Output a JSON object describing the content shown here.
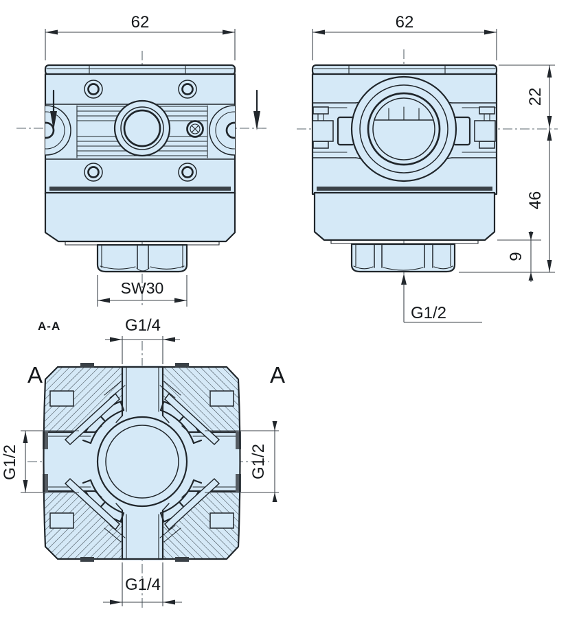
{
  "drawing": {
    "background_color": "#ffffff",
    "body_fill_color": "#d5e9f7",
    "line_color": "#20262b",
    "dim_color": "#3c434a",
    "front_view": {
      "width_dim": "62",
      "wrench_dim": "SW30"
    },
    "side_view": {
      "width_dim": "62",
      "upper_height_dim": "22",
      "lower_height_dim": "46",
      "spigot_height_dim": "9",
      "bottom_port_label": "G1/2"
    },
    "section_view": {
      "section_label": "A-A",
      "cut_letter_left": "A",
      "cut_letter_right": "A",
      "top_port_label": "G1/4",
      "bottom_port_label": "G1/4",
      "left_port_label": "G1/2",
      "right_port_label": "G1/2"
    }
  }
}
